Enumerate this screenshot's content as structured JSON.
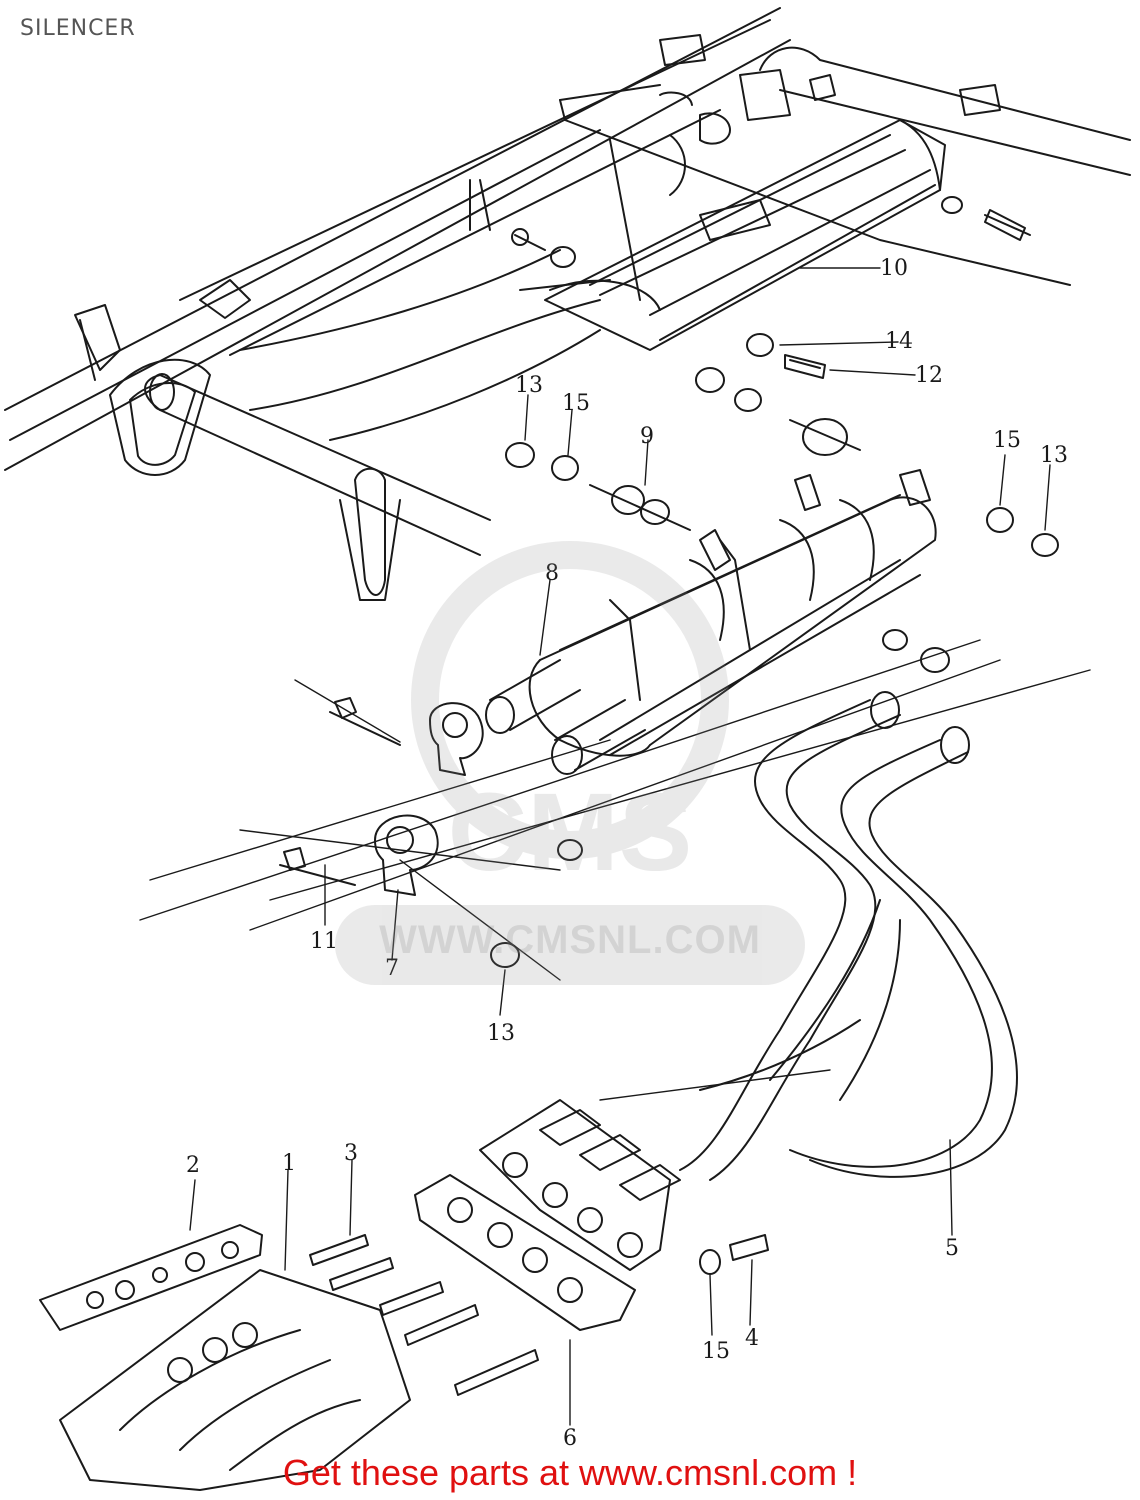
{
  "diagram": {
    "title": "SILENCER",
    "footer": "Get these parts at www.cmsnl.com !",
    "watermark": "WWW.CMSNL.COM",
    "watermark_logo": "CMS",
    "callouts": [
      "1",
      "2",
      "3",
      "4",
      "5",
      "6",
      "7",
      "8",
      "9",
      "10",
      "11",
      "12",
      "13",
      "13",
      "13",
      "14",
      "15",
      "15",
      "15"
    ]
  },
  "colors": {
    "ink": "#1a1a1a",
    "title": "#555555",
    "footer": "#e01010",
    "watermark": "#8a8a8a"
  }
}
